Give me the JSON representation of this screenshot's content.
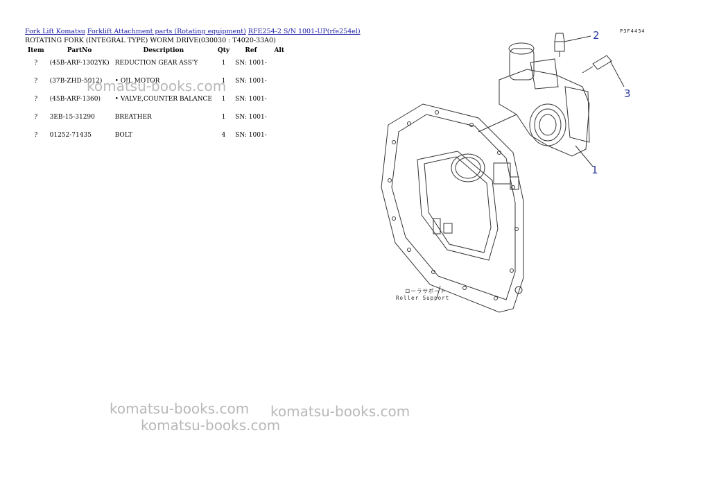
{
  "breadcrumb": {
    "link1": "Fork Lift Komatsu",
    "link2": "Forklift Attachment parts (Rotating equipment)",
    "link3": "RFE254-2 S/N 1001-UP(rfe254el)"
  },
  "page_title": "ROTATING FORK (INTEGRAL TYPE) WORM DRIVE(030030 : T4020-33A0)",
  "table": {
    "headers": {
      "item": "Item",
      "part_no": "PartNo",
      "description": "Description",
      "qty": "Qty",
      "ref": "Ref",
      "alt": "Alt"
    },
    "rows": [
      {
        "item": "?",
        "part_no": "(45B-ARF-1302YK)",
        "description": "REDUCTION GEAR ASS'Y",
        "qty": "1",
        "ref": "SN: 1001-",
        "alt": ""
      },
      {
        "item": "?",
        "part_no": "(37B-ZHD-5012)",
        "description": "• OIL MOTOR",
        "qty": "1",
        "ref": "SN: 1001-",
        "alt": ""
      },
      {
        "item": "?",
        "part_no": "(45B-ARF-1360)",
        "description": "• VALVE,COUNTER BALANCE",
        "qty": "1",
        "ref": "SN: 1001-",
        "alt": ""
      },
      {
        "item": "?",
        "part_no": "3EB-15-31290",
        "description": "BREATHER",
        "qty": "1",
        "ref": "SN: 1001-",
        "alt": ""
      },
      {
        "item": "?",
        "part_no": "01252-71435",
        "description": "BOLT",
        "qty": "4",
        "ref": "SN: 1001-",
        "alt": ""
      }
    ]
  },
  "watermark": "komatsu-books.com",
  "drawing": {
    "code": "P3F4434",
    "callouts": [
      "2",
      "3",
      "1"
    ],
    "caption_jp": "ローラサポート",
    "caption_en": "Roller Support"
  },
  "colors": {
    "link": "#1a1aa6",
    "callout": "#2b3aa0",
    "watermark": "#b8b8b8"
  }
}
